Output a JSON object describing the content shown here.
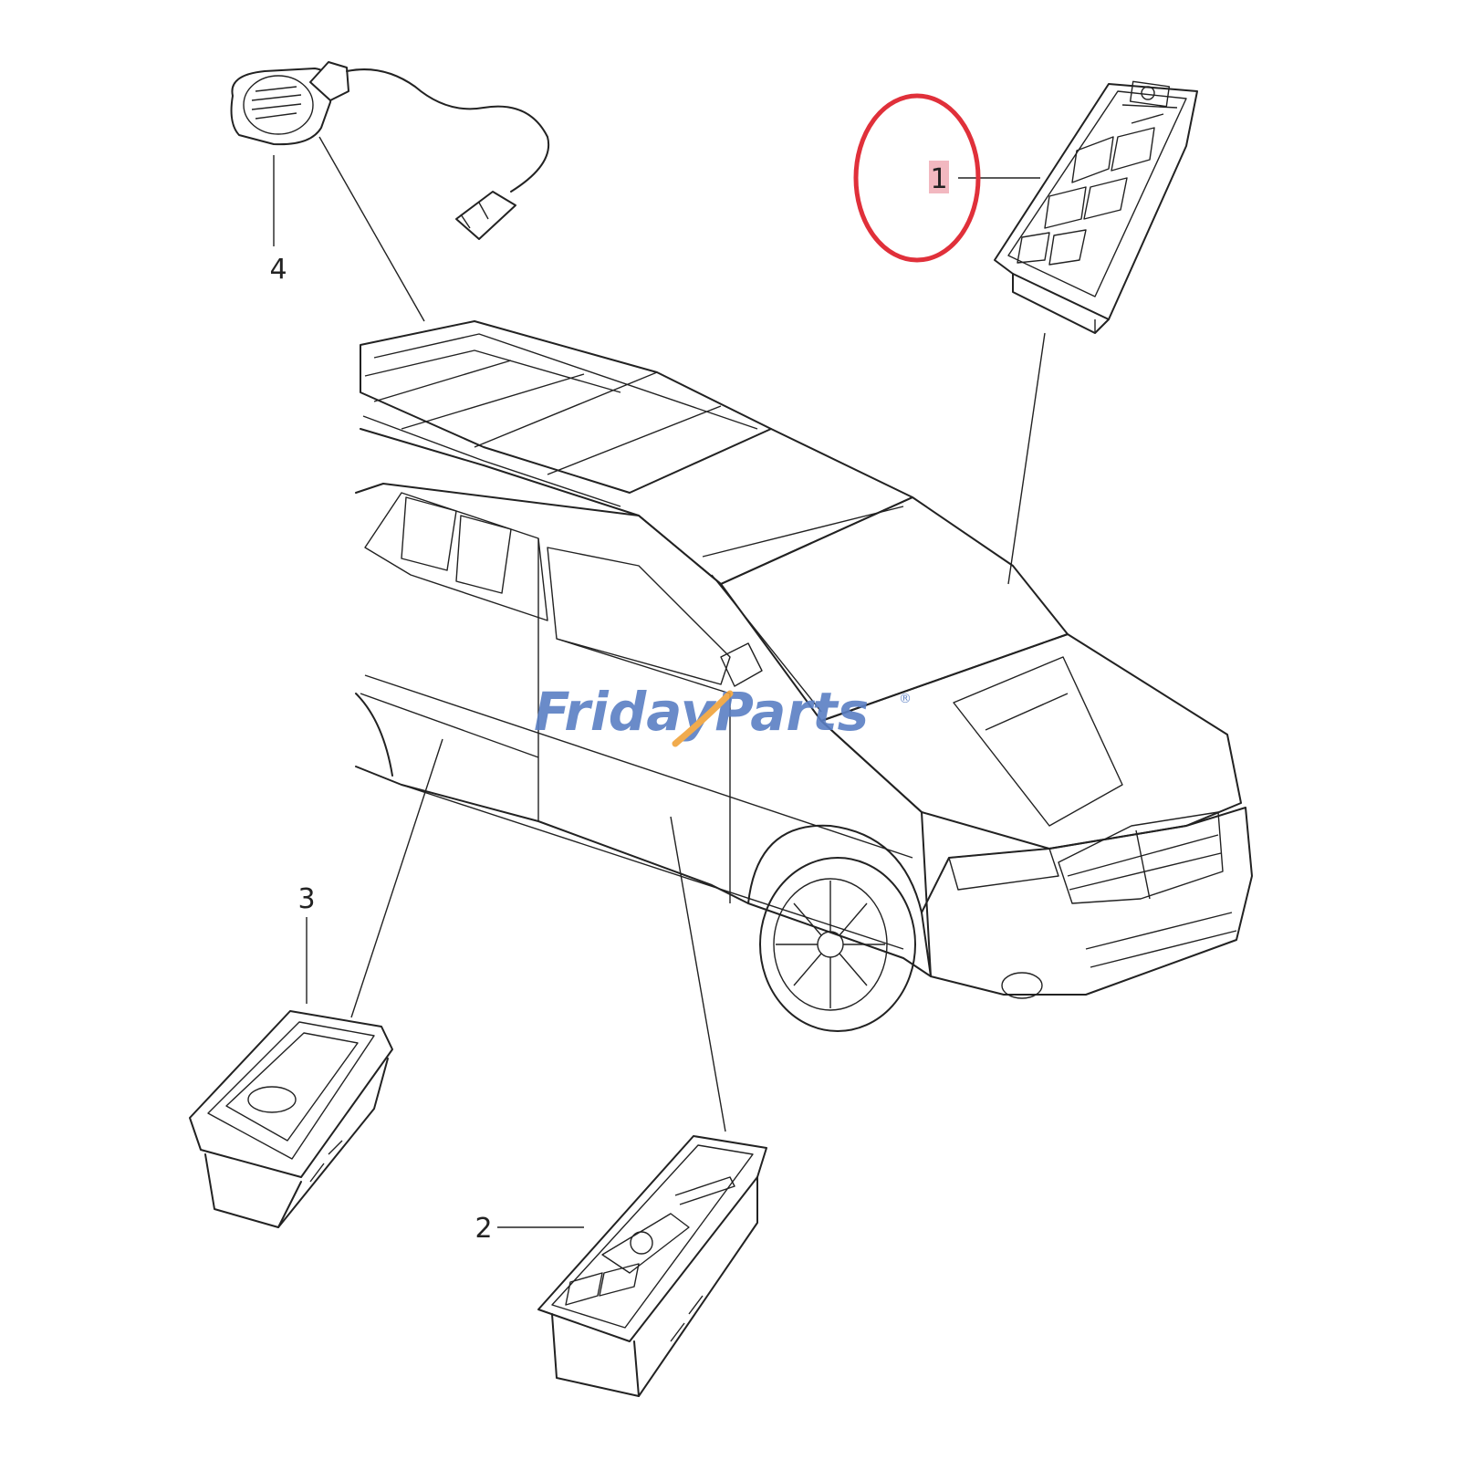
{
  "callouts": [
    {
      "id": "1",
      "label": "1"
    },
    {
      "id": "2",
      "label": "2"
    },
    {
      "id": "3",
      "label": "3"
    },
    {
      "id": "4",
      "label": "4"
    }
  ],
  "watermark": {
    "text": "FridayParts",
    "registered": "®"
  },
  "colors": {
    "highlight_circle": "#e0303a",
    "highlight_box": "#f2b8c0",
    "watermark_blue": "#5a7fc4",
    "watermark_orange": "#f0a23a",
    "line": "#222222"
  }
}
